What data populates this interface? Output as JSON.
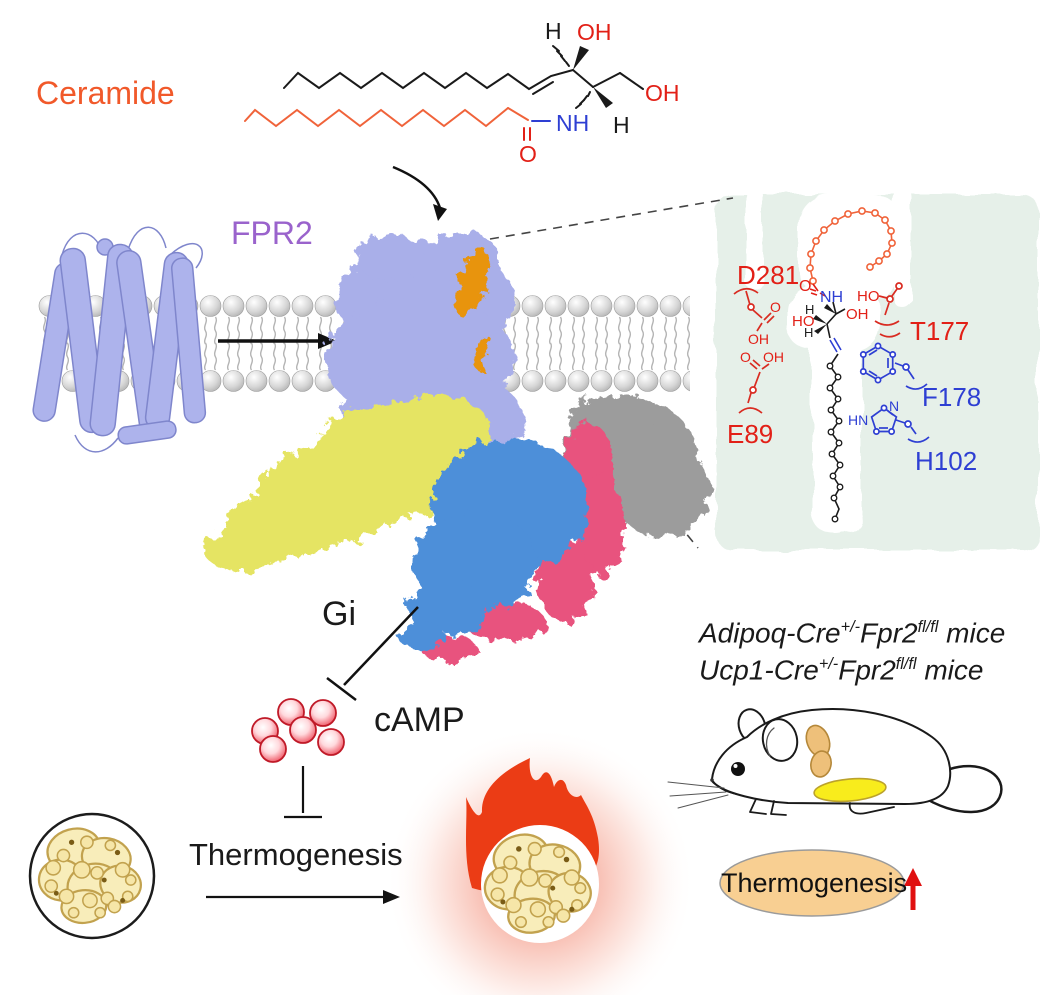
{
  "labels": {
    "ceramide": "Ceramide",
    "fpr2": "FPR2",
    "gi": "Gi",
    "camp": "cAMP",
    "thermogenesis": "Thermogenesis"
  },
  "ceramide_structure": {
    "h_top": "H",
    "oh_top": "OH",
    "oh_right": "OH",
    "nh": "NH",
    "h_bottom": "H",
    "o_carbonyl": "O"
  },
  "binding_pocket": {
    "residues": {
      "d281": "D281",
      "t177": "T177",
      "f178": "F178",
      "e89": "E89",
      "h102": "H102"
    },
    "ligand_atoms": {
      "o_carbonyl": "O",
      "nh": "NH",
      "h_upper": "H",
      "ho": "HO",
      "oh": "OH",
      "h_lower": "H"
    },
    "residue_atoms": {
      "d281_o": "O",
      "d281_oh": "OH",
      "e89_o": "O",
      "e89_oh": "OH",
      "t177_ho": "HO",
      "h102_hn": "HN",
      "h102_n": "N"
    }
  },
  "mouse_models": [
    {
      "part1": "Adipoq-Cre",
      "sup1": "+/-",
      "part2": "Fpr2",
      "sup2": "fl/fl",
      "part3": " mice"
    },
    {
      "part1": "Ucp1-Cre",
      "sup1": "+/-",
      "part2": "Fpr2",
      "sup2": "fl/fl",
      "part3": " mice"
    }
  ],
  "outcome": {
    "label": "Thermogenesis",
    "arrow_direction": "up"
  },
  "colors": {
    "ceramide_label": "#f1592a",
    "fpr2_label": "#9a63cc",
    "chem_red": "#e22017",
    "chem_blue": "#2e3fd3",
    "pocket_bg": "#e6f0e9",
    "receptor_purple": "#a9afe9",
    "g_alpha_yellow": "#e5e464",
    "g_beta_blue": "#4e8fd9",
    "g_gamma_pink": "#e8527e",
    "nanobody_gray": "#9c9c9c",
    "ligand_orange": "#e8940c",
    "flame_red": "#eb3c15",
    "oval_fill": "#f8cf92",
    "up_arrow_red": "#e01010"
  }
}
